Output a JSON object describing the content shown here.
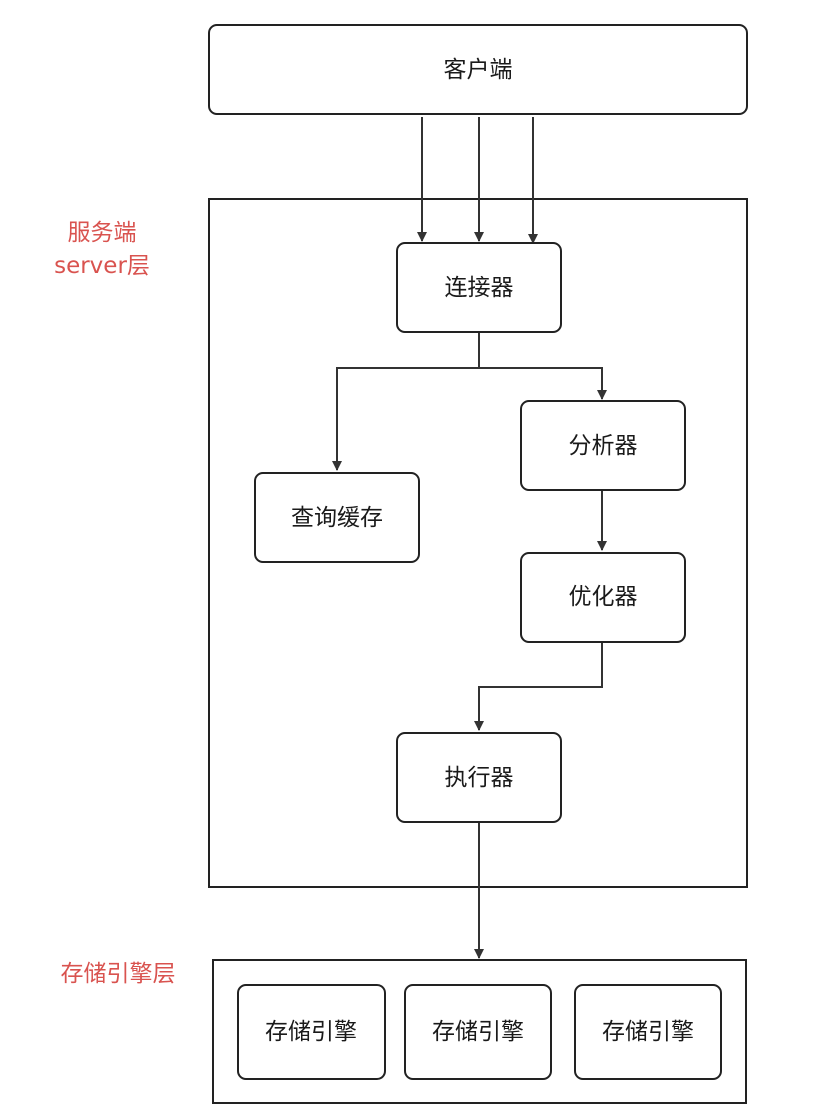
{
  "colors": {
    "stroke": "#222222",
    "side_label": "#d9534f"
  },
  "labels": {
    "server_line1": "服务端",
    "server_line2": "server层",
    "storage_layer": "存储引擎层"
  },
  "nodes": {
    "client": "客户端",
    "connector": "连接器",
    "query_cache": "查询缓存",
    "analyzer": "分析器",
    "optimizer": "优化器",
    "executor": "执行器",
    "engine_1": "存储引擎",
    "engine_2": "存储引擎",
    "engine_3": "存储引擎"
  }
}
